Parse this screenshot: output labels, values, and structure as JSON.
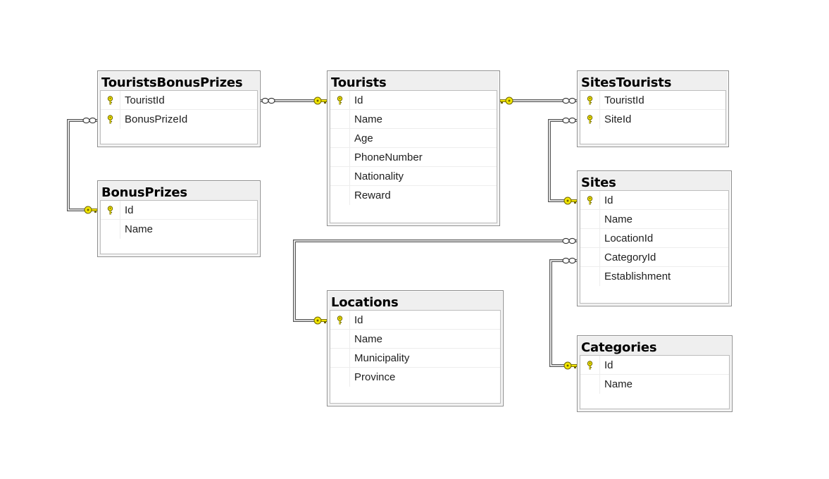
{
  "diagram": {
    "tables": [
      {
        "id": "TouristsBonusPrizes",
        "title": "TouristsBonusPrizes",
        "columns": [
          {
            "name": "TouristId",
            "pk": true
          },
          {
            "name": "BonusPrizeId",
            "pk": true
          }
        ]
      },
      {
        "id": "Tourists",
        "title": "Tourists",
        "columns": [
          {
            "name": "Id",
            "pk": true
          },
          {
            "name": "Name",
            "pk": false
          },
          {
            "name": "Age",
            "pk": false
          },
          {
            "name": "PhoneNumber",
            "pk": false
          },
          {
            "name": "Nationality",
            "pk": false
          },
          {
            "name": "Reward",
            "pk": false
          }
        ]
      },
      {
        "id": "SitesTourists",
        "title": "SitesTourists",
        "columns": [
          {
            "name": "TouristId",
            "pk": true
          },
          {
            "name": "SiteId",
            "pk": true
          }
        ]
      },
      {
        "id": "BonusPrizes",
        "title": "BonusPrizes",
        "columns": [
          {
            "name": "Id",
            "pk": true
          },
          {
            "name": "Name",
            "pk": false
          }
        ]
      },
      {
        "id": "Sites",
        "title": "Sites",
        "columns": [
          {
            "name": "Id",
            "pk": true
          },
          {
            "name": "Name",
            "pk": false
          },
          {
            "name": "LocationId",
            "pk": false
          },
          {
            "name": "CategoryId",
            "pk": false
          },
          {
            "name": "Establishment",
            "pk": false
          }
        ]
      },
      {
        "id": "Locations",
        "title": "Locations",
        "columns": [
          {
            "name": "Id",
            "pk": true
          },
          {
            "name": "Name",
            "pk": false
          },
          {
            "name": "Municipality",
            "pk": false
          },
          {
            "name": "Province",
            "pk": false
          }
        ]
      },
      {
        "id": "Categories",
        "title": "Categories",
        "columns": [
          {
            "name": "Id",
            "pk": true
          },
          {
            "name": "Name",
            "pk": false
          }
        ]
      }
    ],
    "relationships": [
      {
        "id": "tbp-tourists",
        "many": "TouristsBonusPrizes.TouristId",
        "one": "Tourists.Id"
      },
      {
        "id": "tbp-bonusprizes",
        "many": "TouristsBonusPrizes.BonusPrizeId",
        "one": "BonusPrizes.Id"
      },
      {
        "id": "st-tourists",
        "many": "SitesTourists.TouristId",
        "one": "Tourists.Id"
      },
      {
        "id": "st-sites",
        "many": "SitesTourists.SiteId",
        "one": "Sites.Id"
      },
      {
        "id": "sites-locations",
        "many": "Sites.LocationId",
        "one": "Locations.Id"
      },
      {
        "id": "sites-categories",
        "many": "Sites.CategoryId",
        "one": "Categories.Id"
      }
    ],
    "colors": {
      "key": "#f2e600",
      "key_outline": "#6e6400",
      "line": "#555555",
      "border": "#8c8c8c",
      "header": "#efefef"
    },
    "icons": {
      "primary_key": "key-icon",
      "one_end": "key-icon",
      "many_end": "infinity-icon"
    }
  }
}
